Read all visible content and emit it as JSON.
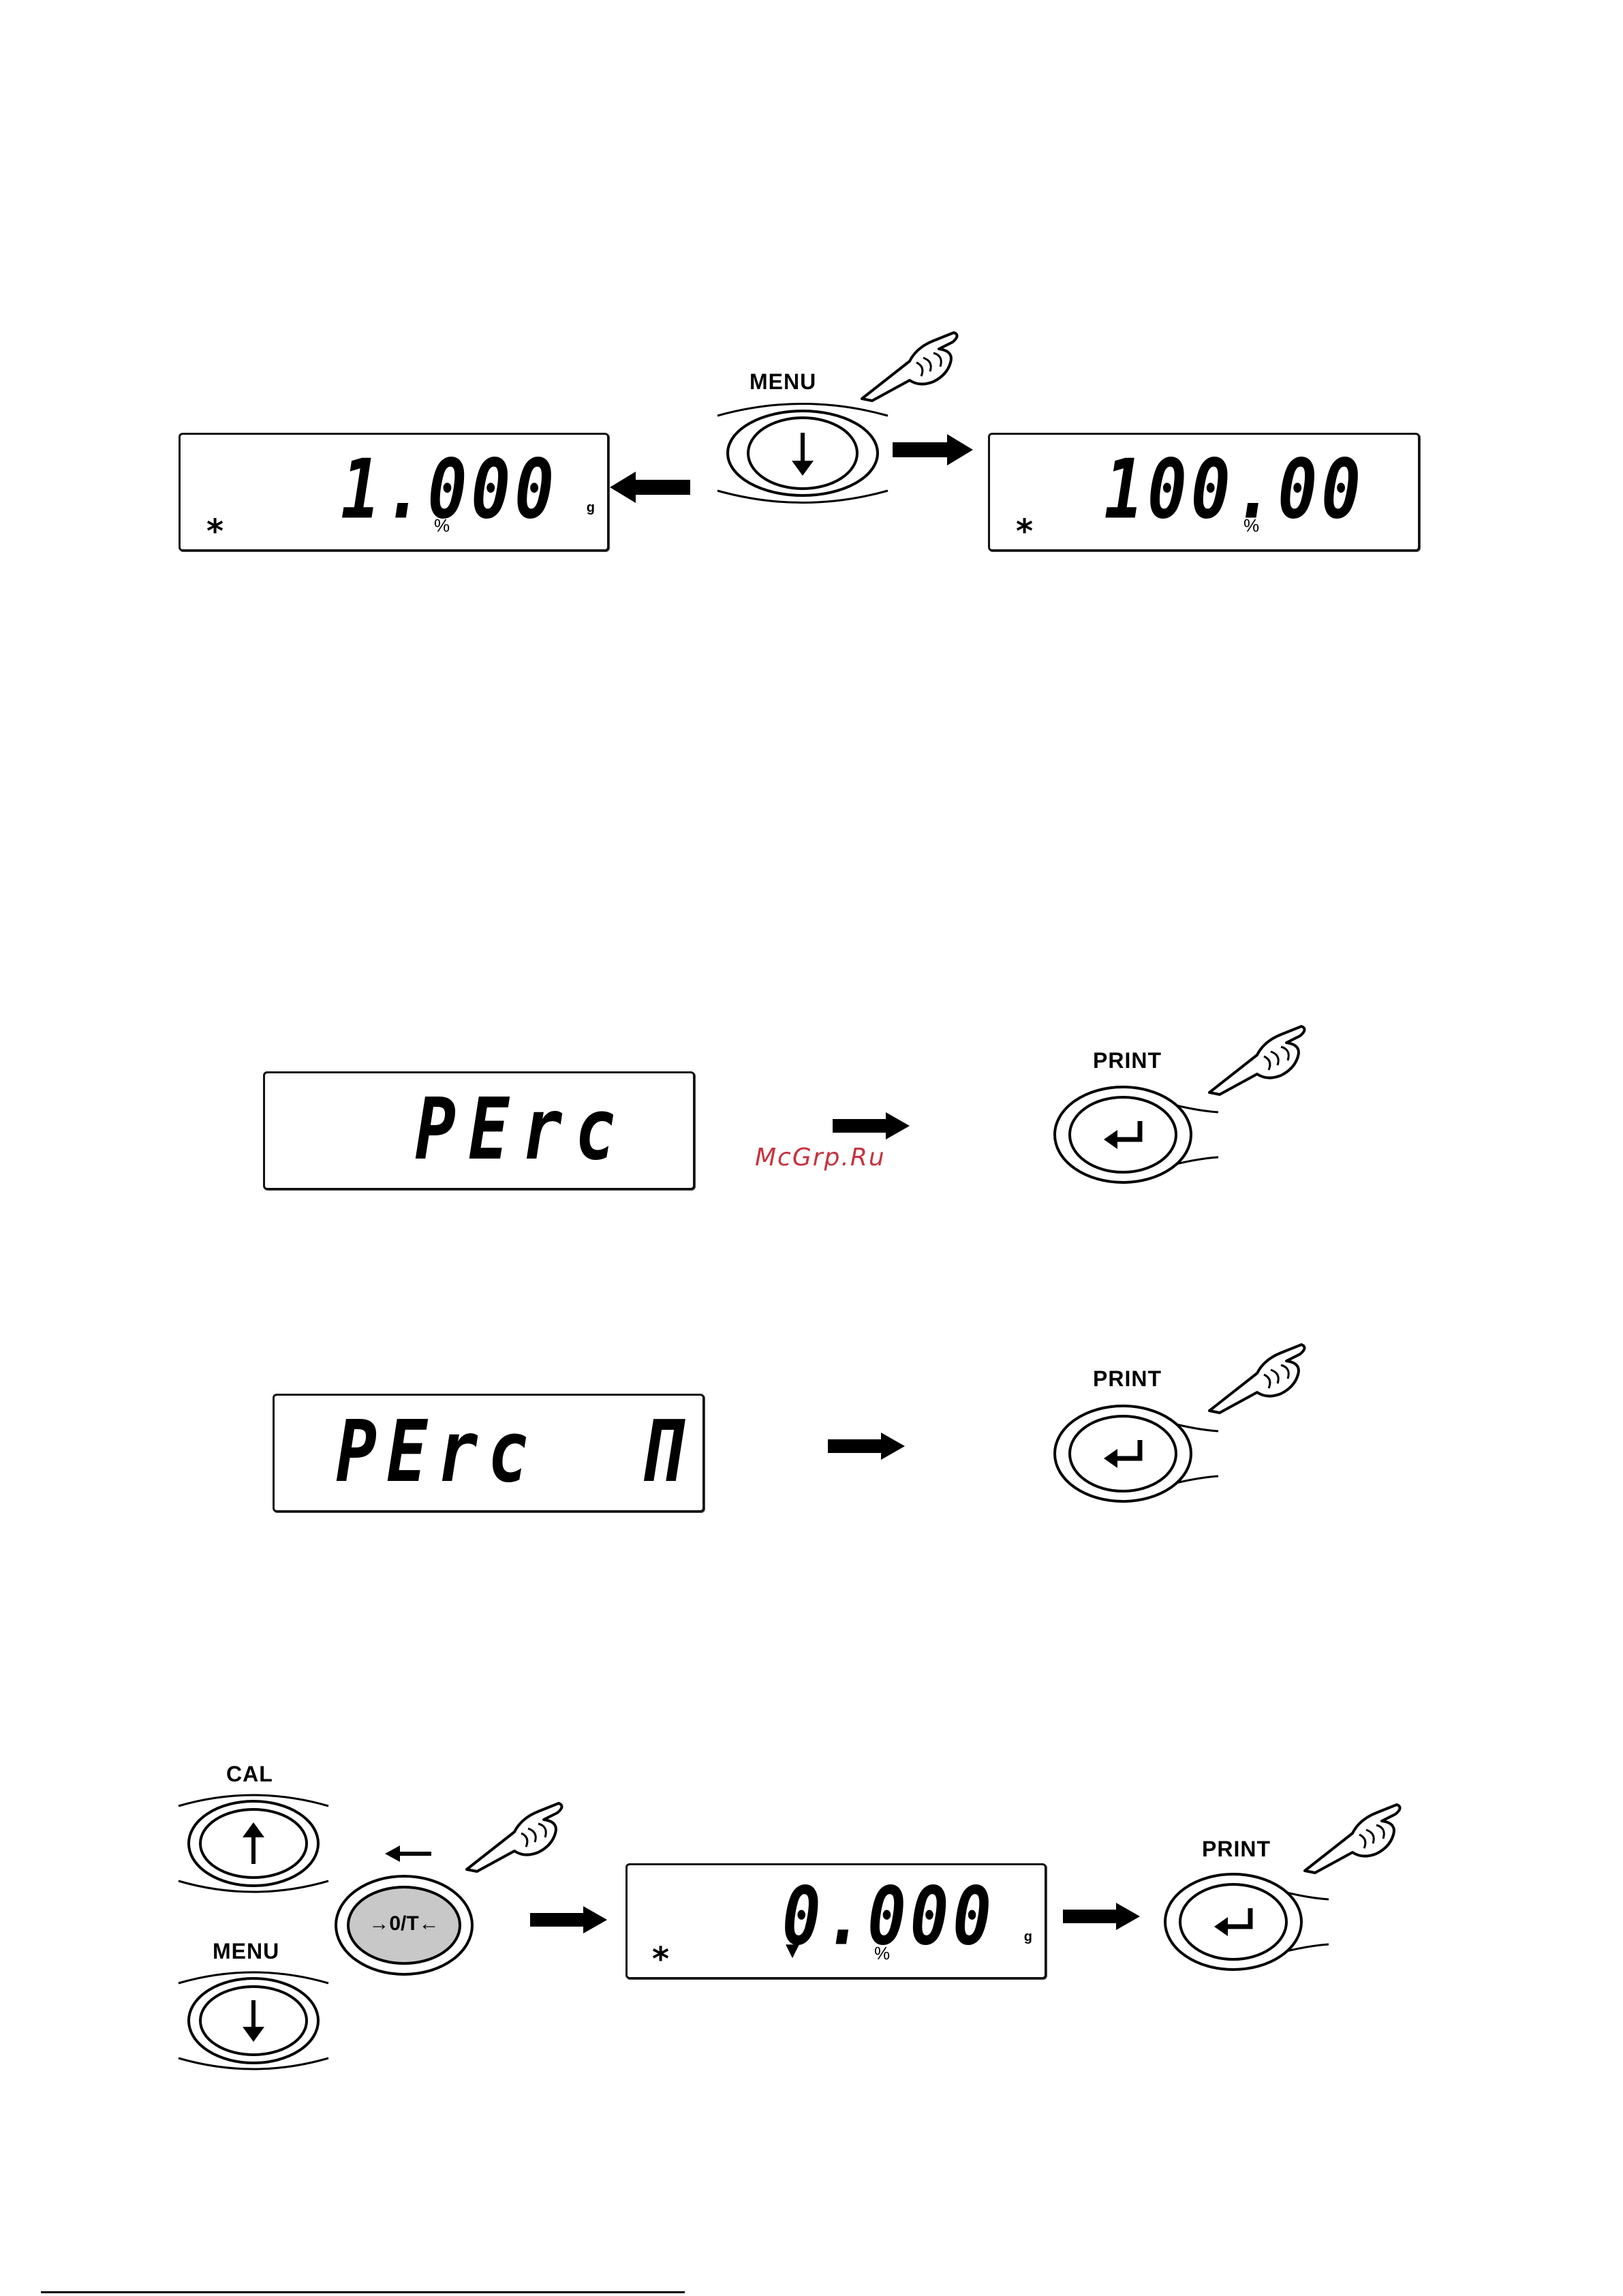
{
  "section1": {
    "left_display": {
      "value": "1.000",
      "unit": "g",
      "pct": "%",
      "star": "*"
    },
    "right_display": {
      "value": "100.00",
      "pct": "%",
      "star": "*"
    },
    "menu_button_label": "MENU"
  },
  "section2": {
    "display": {
      "value": "PErc"
    },
    "print_button_label": "PRINT",
    "watermark": "McGrp.Ru"
  },
  "section3": {
    "display": {
      "value": "PErc  Π"
    },
    "print_button_label": "PRINT"
  },
  "section4": {
    "cal_button_label": "CAL",
    "menu_button_label": "MENU",
    "tare_button_label": "→0/T←",
    "display": {
      "value": "0.000",
      "unit": "g",
      "pct": "%",
      "star": "*",
      "marker": "▼"
    },
    "print_button_label": "PRINT"
  },
  "icons": [
    "arrow-down-icon",
    "arrow-up-icon",
    "enter-icon",
    "pointing-hand-icon",
    "right-arrow-icon",
    "left-arrow-icon"
  ]
}
